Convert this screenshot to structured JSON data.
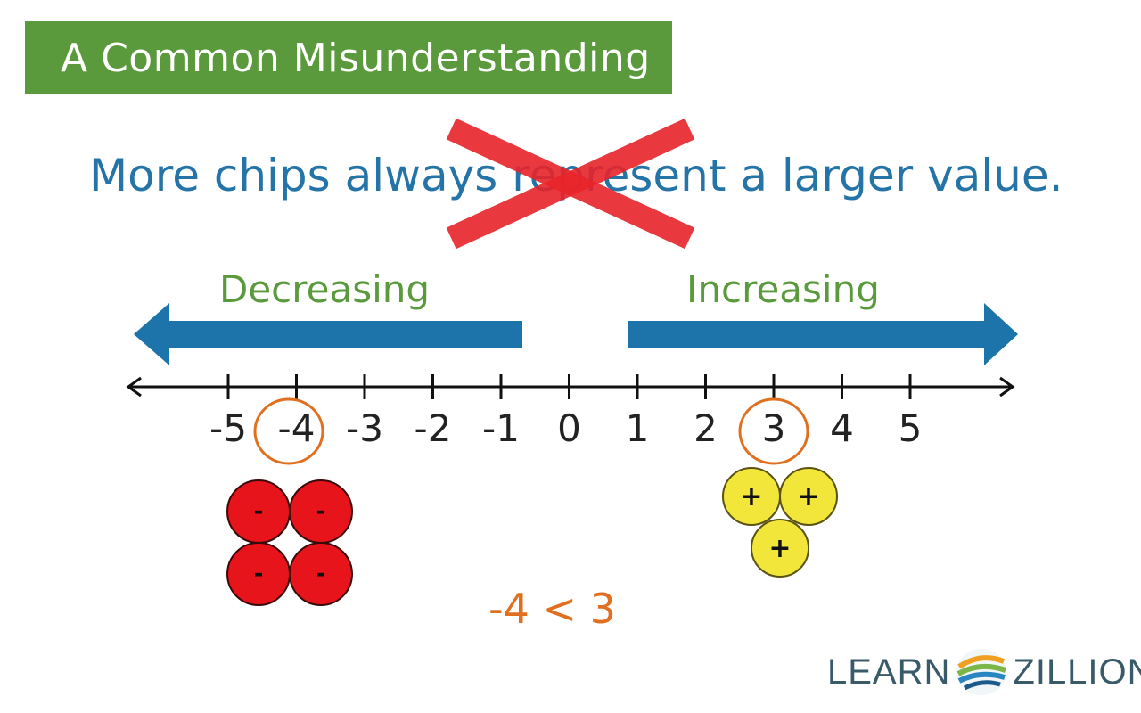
{
  "title": "A Common Misunderstanding",
  "statement": "More chips always represent a larger value.",
  "directions": {
    "left": "Decreasing",
    "right": "Increasing"
  },
  "number_line": {
    "ticks": [
      "-5",
      "-4",
      "-3",
      "-2",
      "-1",
      "0",
      "1",
      "2",
      "3",
      "4",
      "5"
    ],
    "circled": [
      "-4",
      "3"
    ]
  },
  "chips": {
    "negative": {
      "symbol": "-",
      "count": 4,
      "color": "#e8141b"
    },
    "positive": {
      "symbol": "+",
      "count": 3,
      "color": "#f2e63a"
    }
  },
  "comparison": "-4 < 3",
  "logo": {
    "left": "LEARN",
    "right": "ZILLION"
  },
  "colors": {
    "title_bg": "#5a9a3c",
    "statement": "#2574a8",
    "arrows": "#1c74aa",
    "cross": "#e8242a",
    "circle": "#e07020"
  }
}
